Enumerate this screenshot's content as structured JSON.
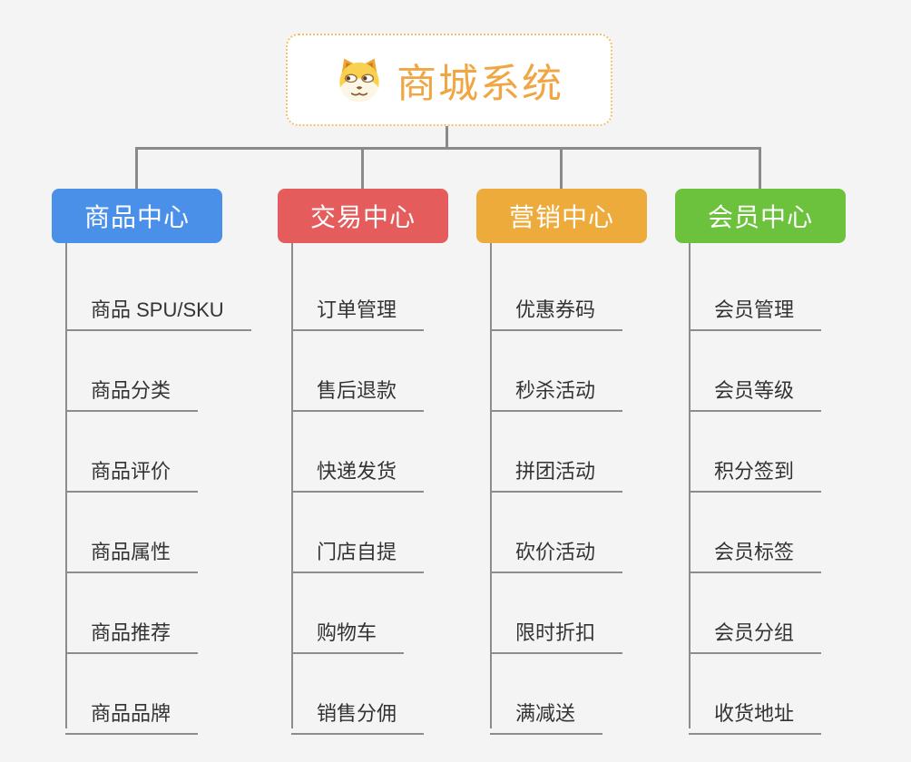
{
  "root": {
    "title": "商城系统",
    "icon": "doge-icon"
  },
  "branches": [
    {
      "label": "商品中心",
      "color": "#4A90E8",
      "items": [
        "商品 SPU/SKU",
        "商品分类",
        "商品评价",
        "商品属性",
        "商品推荐",
        "商品品牌"
      ]
    },
    {
      "label": "交易中心",
      "color": "#E55C5C",
      "items": [
        "订单管理",
        "售后退款",
        "快递发货",
        "门店自提",
        "购物车",
        "销售分佣"
      ]
    },
    {
      "label": "营销中心",
      "color": "#EDAB3C",
      "items": [
        "优惠券码",
        "秒杀活动",
        "拼团活动",
        "砍价活动",
        "限时折扣",
        "满减送"
      ]
    },
    {
      "label": "会员中心",
      "color": "#6CC23C",
      "items": [
        "会员管理",
        "会员等级",
        "积分签到",
        "会员标签",
        "会员分组",
        "收货地址"
      ]
    }
  ],
  "colors": {
    "background": "#F4F4F4",
    "title_text": "#EFA643",
    "root_border": "#F2C06B",
    "connector": "#8A8A8A",
    "leaf_underline": "#8C8C8C",
    "leaf_text": "#333333",
    "branch_text": "#FFFFFF"
  }
}
